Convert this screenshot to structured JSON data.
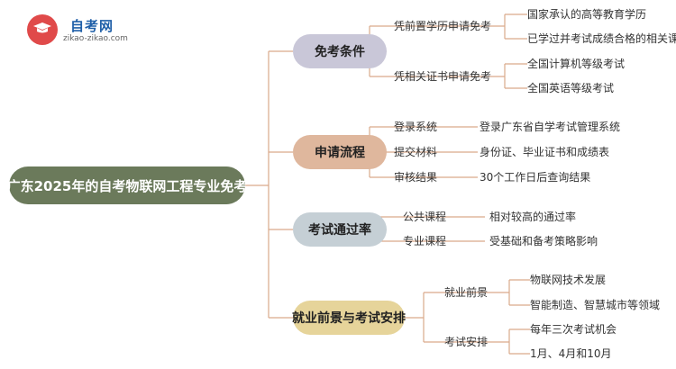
{
  "logo": {
    "name": "自考网",
    "url": "zikao-zikao.com"
  },
  "root": "广东2025年的自考物联网工程专业免考",
  "branches": [
    {
      "label": "免考条件",
      "color": "#c9c7d8",
      "children": [
        {
          "label": "凭前置学历申请免考",
          "children": [
            "国家承认的高等教育学历",
            "已学过并考试成绩合格的相关课程"
          ]
        },
        {
          "label": "凭相关证书申请免考",
          "children": [
            "全国计算机等级考试",
            "全国英语等级考试"
          ]
        }
      ]
    },
    {
      "label": "申请流程",
      "color": "#dfb79d",
      "children": [
        {
          "label": "登录系统",
          "children": [
            "登录广东省自学考试管理系统"
          ]
        },
        {
          "label": "提交材料",
          "children": [
            "身份证、毕业证书和成绩表"
          ]
        },
        {
          "label": "审核结果",
          "children": [
            "30个工作日后查询结果"
          ]
        }
      ]
    },
    {
      "label": "考试通过率",
      "color": "#c5cfd5",
      "children": [
        {
          "label": "公共课程",
          "children": [
            "相对较高的通过率"
          ]
        },
        {
          "label": "专业课程",
          "children": [
            "受基础和备考策略影响"
          ]
        }
      ]
    },
    {
      "label": "就业前景与考试安排",
      "color": "#e6d49a",
      "children": [
        {
          "label": "就业前景",
          "children": [
            "物联网技术发展",
            "智能制造、智慧城市等领域"
          ]
        },
        {
          "label": "考试安排",
          "children": [
            "每年三次考试机会",
            "1月、4月和10月"
          ]
        }
      ]
    }
  ]
}
